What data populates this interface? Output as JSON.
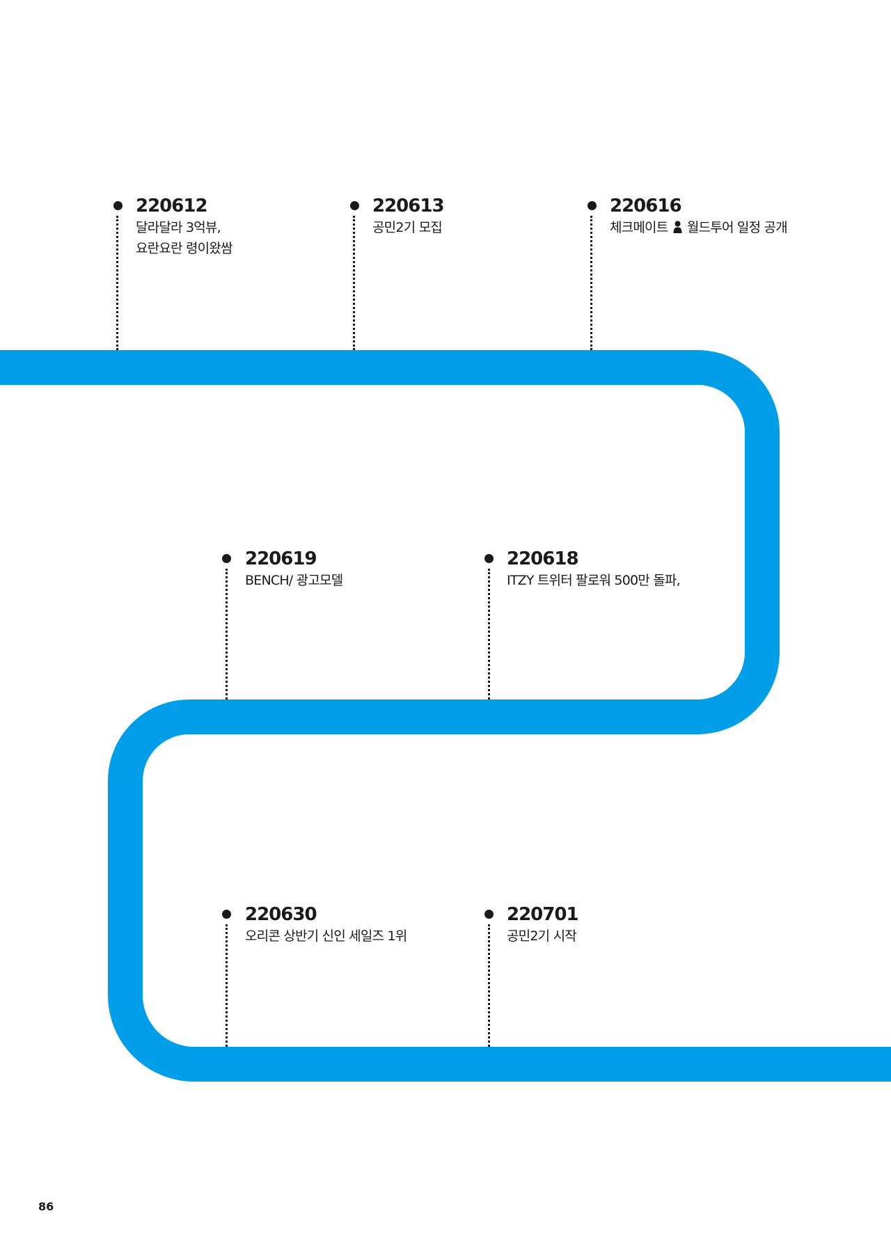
{
  "colors": {
    "track": "#009ee8",
    "ink": "#1a1a1a"
  },
  "events": [
    {
      "date": "220612",
      "lines": [
        "달라달라 3억뷰,",
        "요란요란 령이왔쌈"
      ]
    },
    {
      "date": "220613",
      "lines": [
        "공민2기 모집"
      ]
    },
    {
      "date": "220616",
      "lines": [
        "체크메이트",
        "월드투어 일정 공개"
      ],
      "icon": "person-icon"
    },
    {
      "date": "220619",
      "lines": [
        "BENCH/ 광고모델"
      ]
    },
    {
      "date": "220618",
      "lines": [
        "ITZY 트위터 팔로워 500만 돌파,"
      ]
    },
    {
      "date": "220630",
      "lines": [
        "오리콘 상반기 신인 세일즈 1위"
      ]
    },
    {
      "date": "220701",
      "lines": [
        "공민2기 시작"
      ]
    }
  ],
  "page_number": "86"
}
